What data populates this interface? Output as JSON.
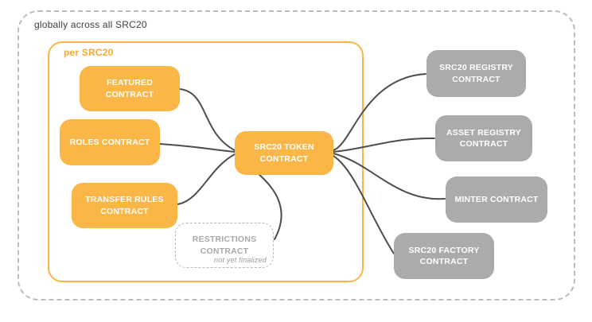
{
  "diagram": {
    "outer_label": "globally across all SRC20",
    "inner_label": "per SRC20",
    "nodes": {
      "featured": {
        "label": "FEATURED CONTRACT"
      },
      "roles": {
        "label": "ROLES CONTRACT"
      },
      "transfer_rules": {
        "label": "TRANSFER RULES CONTRACT"
      },
      "token": {
        "label": "SRC20 TOKEN CONTRACT"
      },
      "restrictions": {
        "label": "RESTRICTIONS CONTRACT",
        "note": "not yet finalized"
      },
      "src20_registry": {
        "label": "SRC20 REGISTRY CONTRACT"
      },
      "asset_registry": {
        "label": "ASSET REGISTRY CONTRACT"
      },
      "minter": {
        "label": "MINTER CONTRACT"
      },
      "src20_factory": {
        "label": "SRC20 FACTORY CONTRACT"
      }
    },
    "edges": [
      "featured - token",
      "roles - token",
      "transfer_rules - token",
      "token - restrictions",
      "token - src20_registry",
      "token - asset_registry",
      "token - minter",
      "token - src20_factory"
    ],
    "colors": {
      "accent_yellow": "#FAB646",
      "gray_box": "#ABABAB",
      "connector_line": "#4D4D4F",
      "dashed_border": "#BCBCBC",
      "outer_label_text": "#414042",
      "muted_text": "#9B9B9B"
    }
  }
}
